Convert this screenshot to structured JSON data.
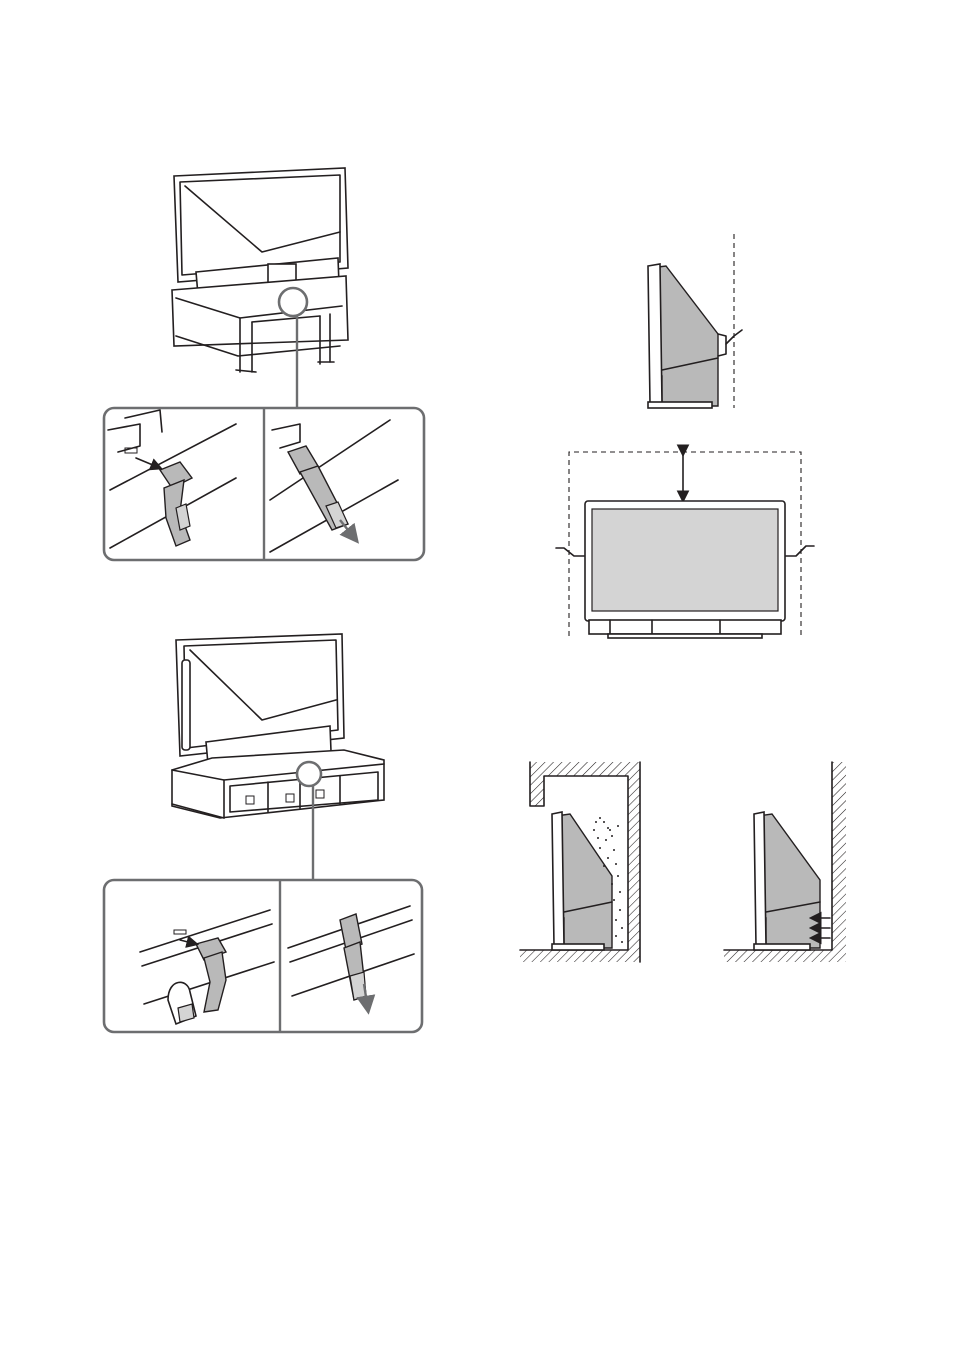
{
  "page": {
    "background": "#ffffff"
  },
  "colors": {
    "line": "#231f20",
    "panel_grey": "#b9b9b9",
    "callout_border": "#6d6e70"
  },
  "figures": [
    {
      "name": "strap-to-stand-type-a",
      "icons": [
        "tv-rear-icon",
        "stand-icon",
        "strap-clip-icon",
        "pull-arrow-icon"
      ]
    },
    {
      "name": "strap-to-stand-type-b",
      "icons": [
        "tv-rear-icon",
        "stand-icon",
        "strap-clip-icon",
        "pull-arrow-icon"
      ]
    },
    {
      "name": "side-clearance",
      "icons": [
        "tv-side-icon",
        "dashed-boundary-icon"
      ]
    },
    {
      "name": "front-clearance",
      "icons": [
        "tv-front-icon",
        "double-arrow-icon",
        "dashed-boundary-icon"
      ]
    },
    {
      "name": "air-circulation-blocked",
      "icons": [
        "wall-icon",
        "heat-icon"
      ]
    },
    {
      "name": "air-circulation-restricted",
      "icons": [
        "wall-icon",
        "airflow-arrow-icon"
      ]
    }
  ]
}
